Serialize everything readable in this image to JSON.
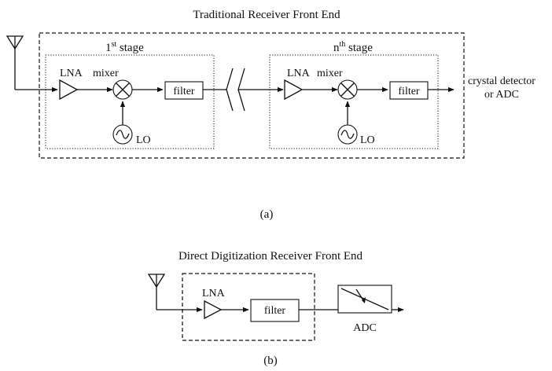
{
  "diagram_a": {
    "title": "Traditional Receiver Front End",
    "stage_first": {
      "prefix": "1",
      "sup": "st",
      "suffix": " stage"
    },
    "stage_nth": {
      "prefix": "n",
      "sup": "th",
      "suffix": " stage"
    },
    "lna_label": "LNA",
    "mixer_label": "mixer",
    "filter_label": "filter",
    "lo_label": "LO",
    "output_label_line1": "crystal detector",
    "output_label_line2": "or ADC",
    "caption": "(a)"
  },
  "diagram_b": {
    "title": "Direct Digitization Receiver Front End",
    "lna_label": "LNA",
    "filter_label": "filter",
    "adc_label": "ADC",
    "caption": "(b)"
  }
}
